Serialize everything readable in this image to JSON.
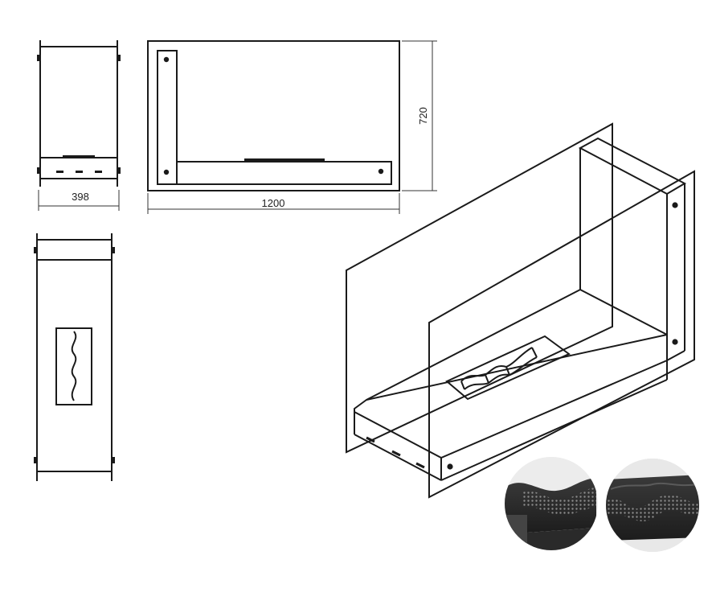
{
  "dimensions": {
    "depth": "398",
    "width": "1200",
    "height": "720"
  },
  "detail_photos": [
    {
      "name": "burner-detail-photo-left"
    },
    {
      "name": "burner-detail-photo-right"
    }
  ]
}
